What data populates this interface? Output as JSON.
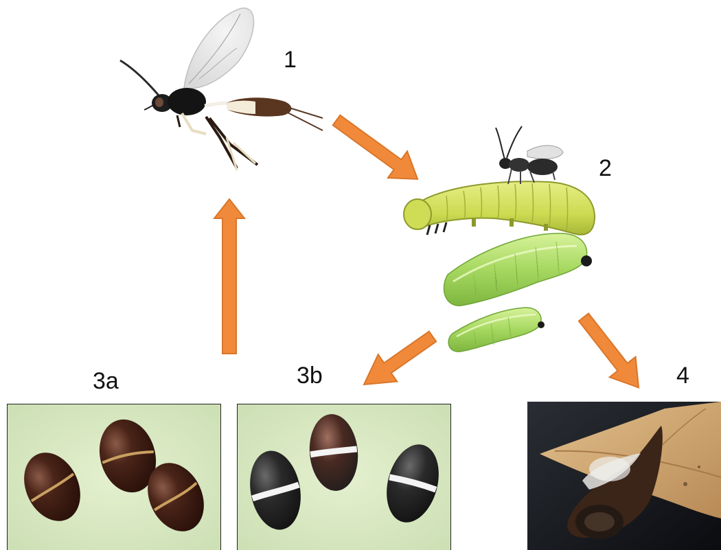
{
  "labels": {
    "stage_1": "1",
    "stage_2": "2",
    "stage_3a": "3a",
    "stage_3b": "3b",
    "stage_4": "4"
  },
  "colors": {
    "arrow_fill": "#f08a3a",
    "arrow_stroke": "#d9762a",
    "host_larva": "#d2df5a",
    "caterpillar": "#a6d860",
    "pupa_brown": "#3a1c14",
    "pupa_black": "#1e1e1e",
    "photo_bg_green": "#d8e9c2"
  },
  "icons": {
    "wasp_adult": "wasp-icon",
    "wasp_ovipositing": "wasp-small-icon",
    "host_larva": "larva-icon",
    "caterpillar_large": "caterpillar-icon",
    "caterpillar_small": "caterpillar-icon"
  }
}
